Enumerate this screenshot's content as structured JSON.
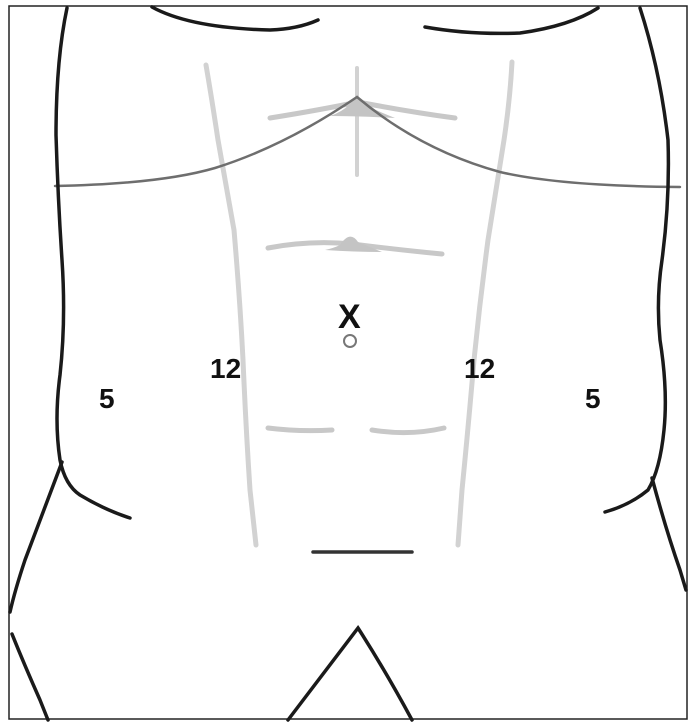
{
  "colors": {
    "outline": "#1a1a1a",
    "ribcage": "#6e6e6e",
    "muscle": "#cfcfcf",
    "muscle_fill": "#bdbdbd",
    "border": "#222222",
    "navel": "#777777"
  },
  "labels": {
    "marker": "X",
    "left_lateral": "5",
    "left_medial": "12",
    "right_medial": "12",
    "right_lateral": "5"
  }
}
